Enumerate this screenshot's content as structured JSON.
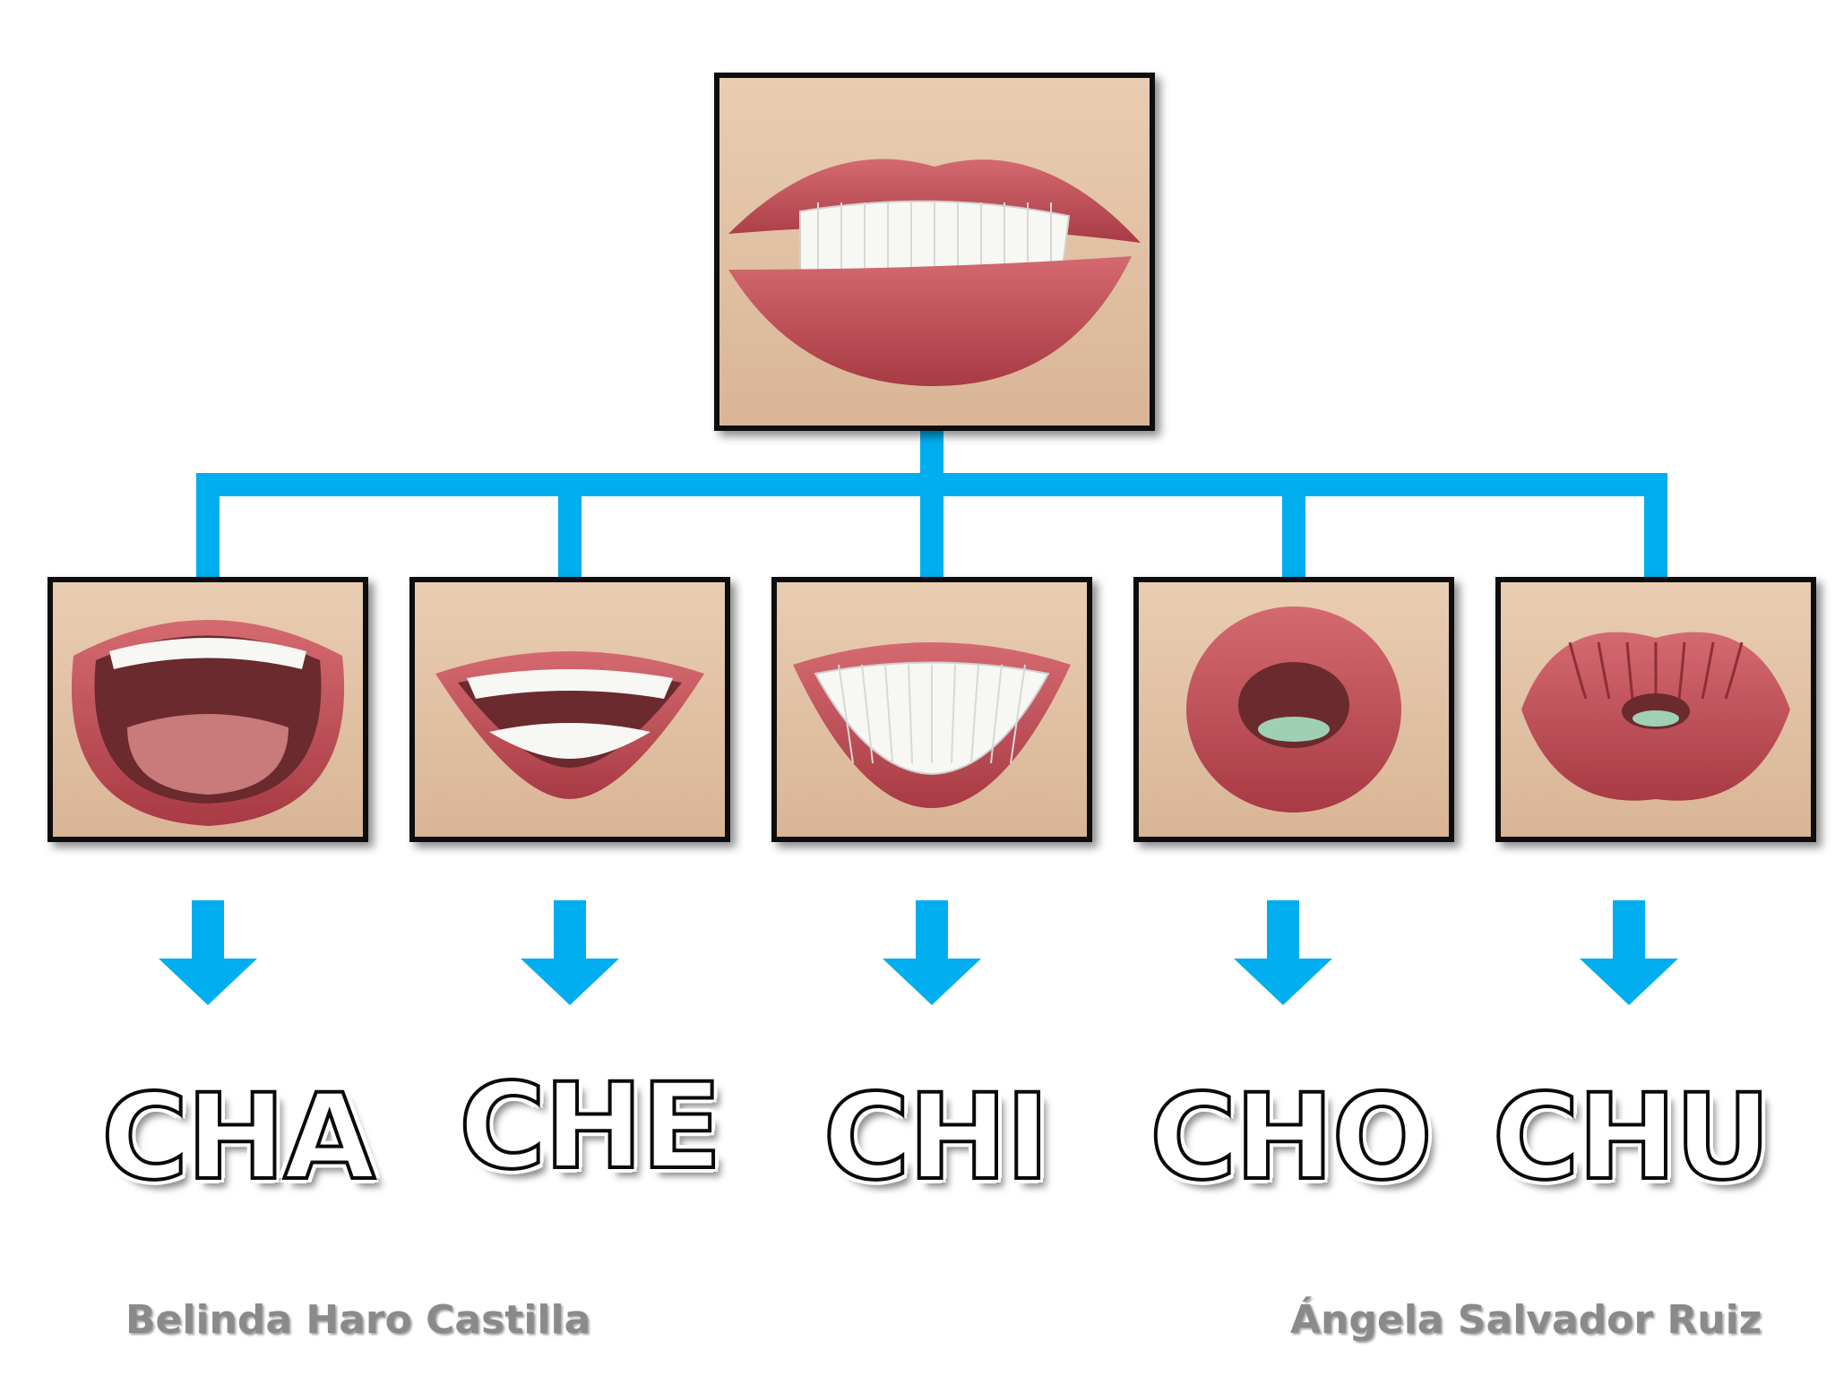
{
  "colors": {
    "connector": "#00AEEF",
    "frame": "#111111",
    "lip": "#c9505a",
    "lip_dark": "#8e2d37",
    "skin": "#e6c6a8",
    "teeth": "#f7f7f4",
    "mouth_inside": "#6b2a2e",
    "tongue": "#c97a7a",
    "author_text": "#8a8a8a"
  },
  "top_image": {
    "name": "mouth-teeth-together-photo",
    "shape": "teeth-together"
  },
  "syllables": [
    {
      "label": "CHA",
      "shape": "wide-open"
    },
    {
      "label": "CHE",
      "shape": "smile-open"
    },
    {
      "label": "CHI",
      "shape": "big-smile"
    },
    {
      "label": "CHO",
      "shape": "round-open"
    },
    {
      "label": "CHU",
      "shape": "pucker"
    }
  ],
  "authors": {
    "left": "Belinda Haro Castilla",
    "right": "Ángela Salvador Ruiz"
  }
}
